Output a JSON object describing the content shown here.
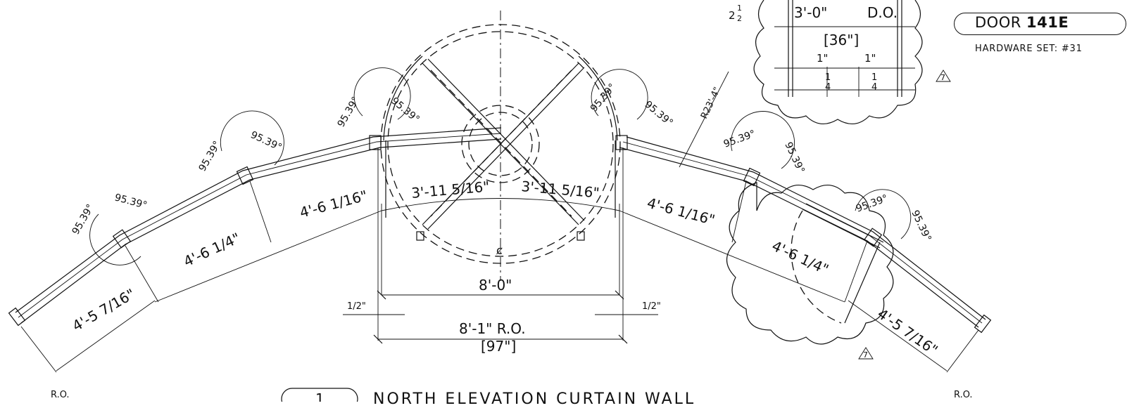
{
  "door_tag": {
    "prefix": "DOOR",
    "number": "141E",
    "hardware": "HARDWARE SET: #31"
  },
  "detail": {
    "frac_top": "2",
    "frac_num": "1",
    "frac_den": "2",
    "opening": "3'-0\"",
    "do": "D.O.",
    "opening_in": "[36\"]",
    "jamb_a": "1\"",
    "jamb_b": "1\"",
    "q_num": "1",
    "q_den": "4"
  },
  "revision": "7",
  "angles": "95.39°",
  "dims": {
    "seg_left_outer": "4'-5 7/16\"",
    "seg_left_mid": "4'-6 1/4\"",
    "seg_left_inner": "4'-6 1/16\"",
    "door_left": "3'-11 5/16\"",
    "door_right": "3'-11 5/16\"",
    "seg_right_inner": "4'-6 1/16\"",
    "seg_right_mid": "4'-6 1/4\"",
    "seg_right_outer": "4'-5 7/16\"",
    "radius": "R23'-4\"",
    "door_width": "8'-0\"",
    "rough_opening": "8'-1\" R.O.",
    "rough_opening_in": "[97\"]",
    "half_inch": "1/2\"",
    "ro_label": "R.O.",
    "cl": "ȼ"
  },
  "title": {
    "number": "1",
    "text": "NORTH ELEVATION CURTAIN WALL"
  }
}
